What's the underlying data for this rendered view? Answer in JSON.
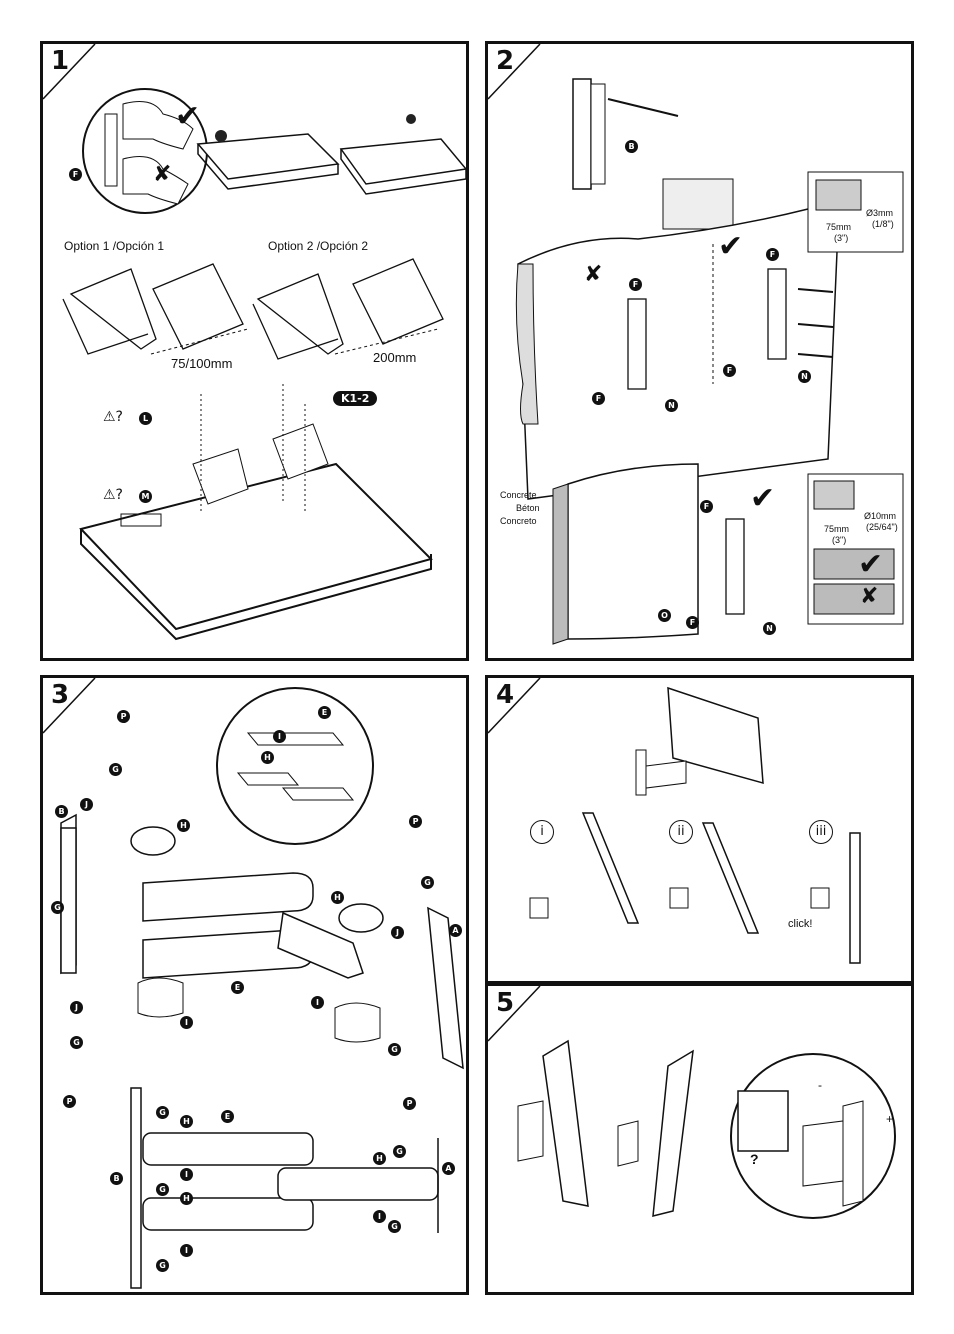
{
  "panels": {
    "p1": {
      "number": "1"
    },
    "p2": {
      "number": "2"
    },
    "p3": {
      "number": "3"
    },
    "p4": {
      "number": "4"
    },
    "p5": {
      "number": "5"
    }
  },
  "step1": {
    "option1": "Option 1 /Opción 1",
    "option2": "Option 2 /Opción 2",
    "dim1": "75/100mm",
    "dim2": "200mm",
    "kit_label": "K1-2",
    "warn_symbol": "⚠?",
    "tags": {
      "F": "F",
      "L": "L",
      "M": "M"
    }
  },
  "step2": {
    "drill_small": "Ø3mm",
    "drill_small_in": "(1/8\")",
    "depth_mm": "75mm",
    "depth_in": "(3\")",
    "drill_large": "Ø10mm",
    "drill_large_in": "(25/64\")",
    "depth2_mm": "75mm",
    "depth2_in": "(3\")",
    "concrete_en": "Concrete",
    "concrete_fr": "Béton",
    "concrete_es": "Concreto",
    "tags": {
      "B": "B",
      "F": "F",
      "N": "N",
      "O": "O"
    }
  },
  "step3": {
    "tags": {
      "A": "A",
      "B": "B",
      "E": "E",
      "G": "G",
      "H": "H",
      "I": "I",
      "J": "J",
      "P": "P"
    }
  },
  "step4": {
    "sub_i": "i",
    "sub_ii": "ii",
    "sub_iii": "iii",
    "click": "click!"
  },
  "step5": {
    "minus": "-",
    "plus": "+",
    "question": "?"
  },
  "marks": {
    "check": "✔",
    "cross": "✘"
  }
}
